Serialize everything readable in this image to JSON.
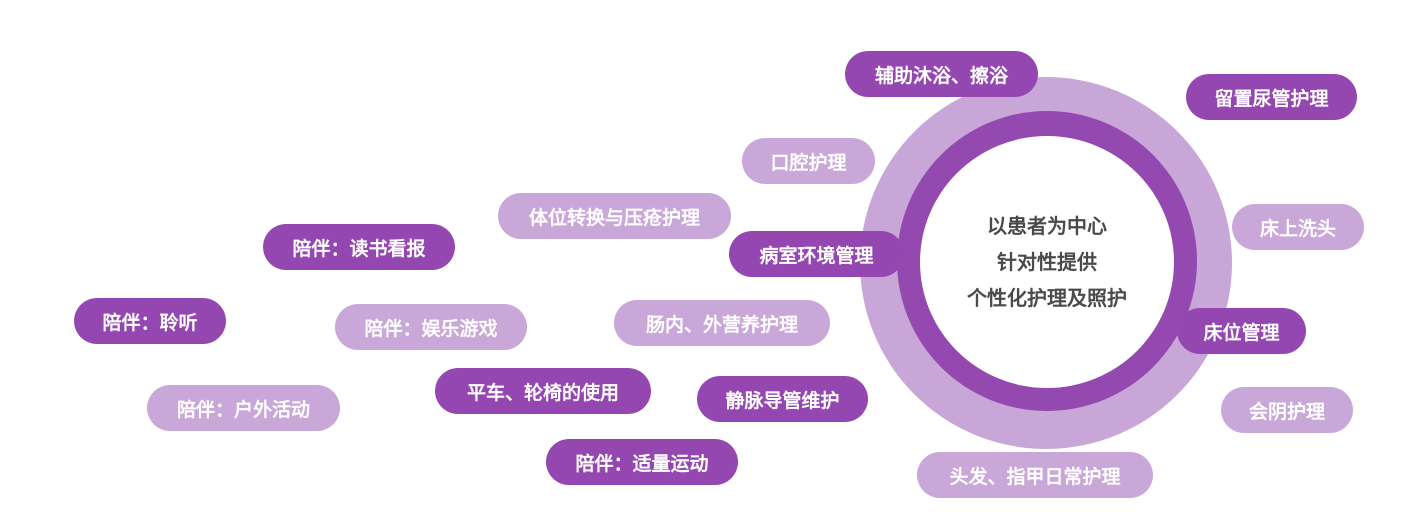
{
  "center": {
    "lines": [
      "以患者为中心",
      "针对性提供",
      "个性化护理及照护"
    ]
  },
  "items": [
    {
      "label": "辅助沐浴、擦浴",
      "tone": "dark"
    },
    {
      "label": "留置尿管护理",
      "tone": "dark"
    },
    {
      "label": "口腔护理",
      "tone": "light"
    },
    {
      "label": "体位转换与压疮护理",
      "tone": "light"
    },
    {
      "label": "病室环境管理",
      "tone": "dark"
    },
    {
      "label": "床上洗头",
      "tone": "light"
    },
    {
      "label": "陪伴：读书看报",
      "tone": "dark"
    },
    {
      "label": "陪伴：聆听",
      "tone": "dark"
    },
    {
      "label": "陪伴：娱乐游戏",
      "tone": "light"
    },
    {
      "label": "肠内、外营养护理",
      "tone": "light"
    },
    {
      "label": "床位管理",
      "tone": "dark"
    },
    {
      "label": "陪伴：户外活动",
      "tone": "light"
    },
    {
      "label": "平车、轮椅的使用",
      "tone": "dark"
    },
    {
      "label": "静脉导管维护",
      "tone": "dark"
    },
    {
      "label": "会阴护理",
      "tone": "light"
    },
    {
      "label": "陪伴：适量运动",
      "tone": "dark"
    },
    {
      "label": "头发、指甲日常护理",
      "tone": "light"
    }
  ],
  "colors": {
    "dark": "#9447b0",
    "light": "#caa7d9",
    "ring_outer": "#c9a6d8",
    "ring_mid": "#9449b0",
    "center_text": "#4a4a4a"
  }
}
